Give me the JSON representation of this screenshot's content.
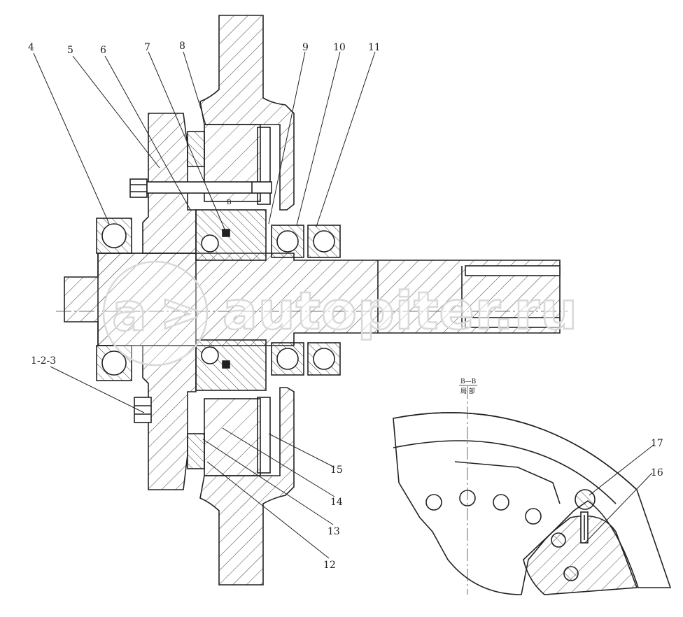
{
  "drawing": {
    "section_marker": "B",
    "section_title": "B—B",
    "section_subtitle": "局 部",
    "watermark": "autopiter.ru",
    "colors": {
      "line": "#222222",
      "hatch": "#444444",
      "watermark": "#d9d9d9"
    }
  },
  "callouts": [
    {
      "id": "c4",
      "text": "4"
    },
    {
      "id": "c5",
      "text": "5"
    },
    {
      "id": "c6",
      "text": "6"
    },
    {
      "id": "c7",
      "text": "7"
    },
    {
      "id": "c8",
      "text": "8"
    },
    {
      "id": "c9",
      "text": "9"
    },
    {
      "id": "c10",
      "text": "10"
    },
    {
      "id": "c11",
      "text": "11"
    },
    {
      "id": "c123",
      "text": "1-2-3"
    },
    {
      "id": "c12",
      "text": "12"
    },
    {
      "id": "c13",
      "text": "13"
    },
    {
      "id": "c14",
      "text": "14"
    },
    {
      "id": "c15",
      "text": "15"
    },
    {
      "id": "c16",
      "text": "16"
    },
    {
      "id": "c17",
      "text": "17"
    }
  ]
}
